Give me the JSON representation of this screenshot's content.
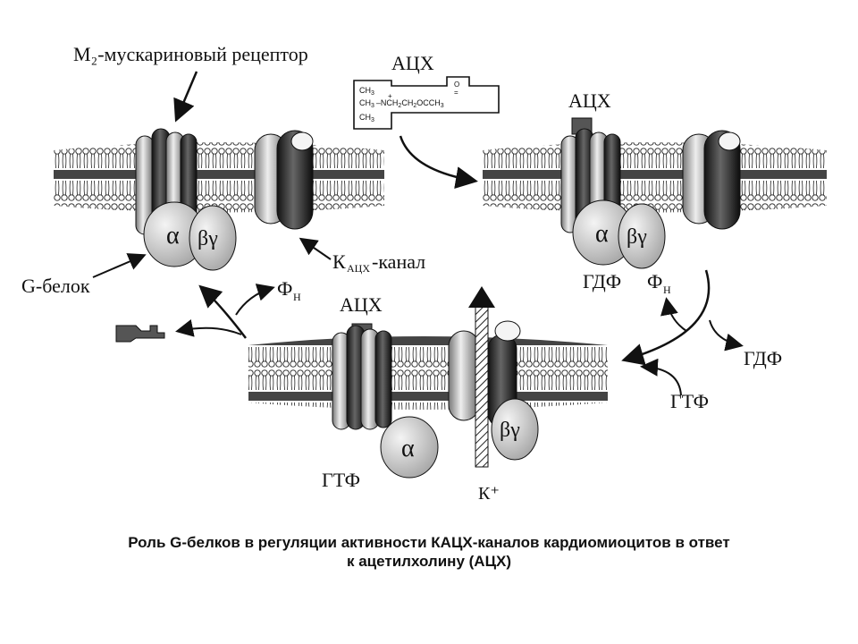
{
  "labels": {
    "receptor": "М₂-мускариновый рецептор",
    "ach_top": "АЦХ",
    "ach_mid": "АЦХ",
    "ach_bottom": "АЦХ",
    "g_protein": "G-белок",
    "kach_channel": "К",
    "kach_sub": "АЦХ",
    "kach_suffix": "-канал",
    "alpha": "α",
    "beta_gamma": "βγ",
    "gdp_right": "ГДФ",
    "fn_right_main": "Ф",
    "fn_right_sub": "Н",
    "gdp_far_right": "ГДФ",
    "gtp_right": "ГТФ",
    "fn_left_main": "Ф",
    "fn_left_sub": "Н",
    "gtp_bottom": "ГТФ",
    "k_ion": "К⁺"
  },
  "molecule": {
    "line1_a": "CH",
    "line1_b": "3",
    "line2_a": "CH",
    "line2_b": "3",
    "line2_c": "N",
    "line2_d": "CH",
    "line2_e": "2",
    "line2_f": "CH",
    "line2_g": "2",
    "line2_h": "OCCH",
    "line2_i": "3",
    "line3_a": "CH",
    "line3_b": "3",
    "plus": "+",
    "o_top": "O",
    "dbl": "="
  },
  "caption": {
    "line1": "Роль G-белков в регуляции активности КАЦХ-каналов кардиомиоцитов в ответ",
    "line2": "к ацетилхолину (АЦХ)"
  }
}
